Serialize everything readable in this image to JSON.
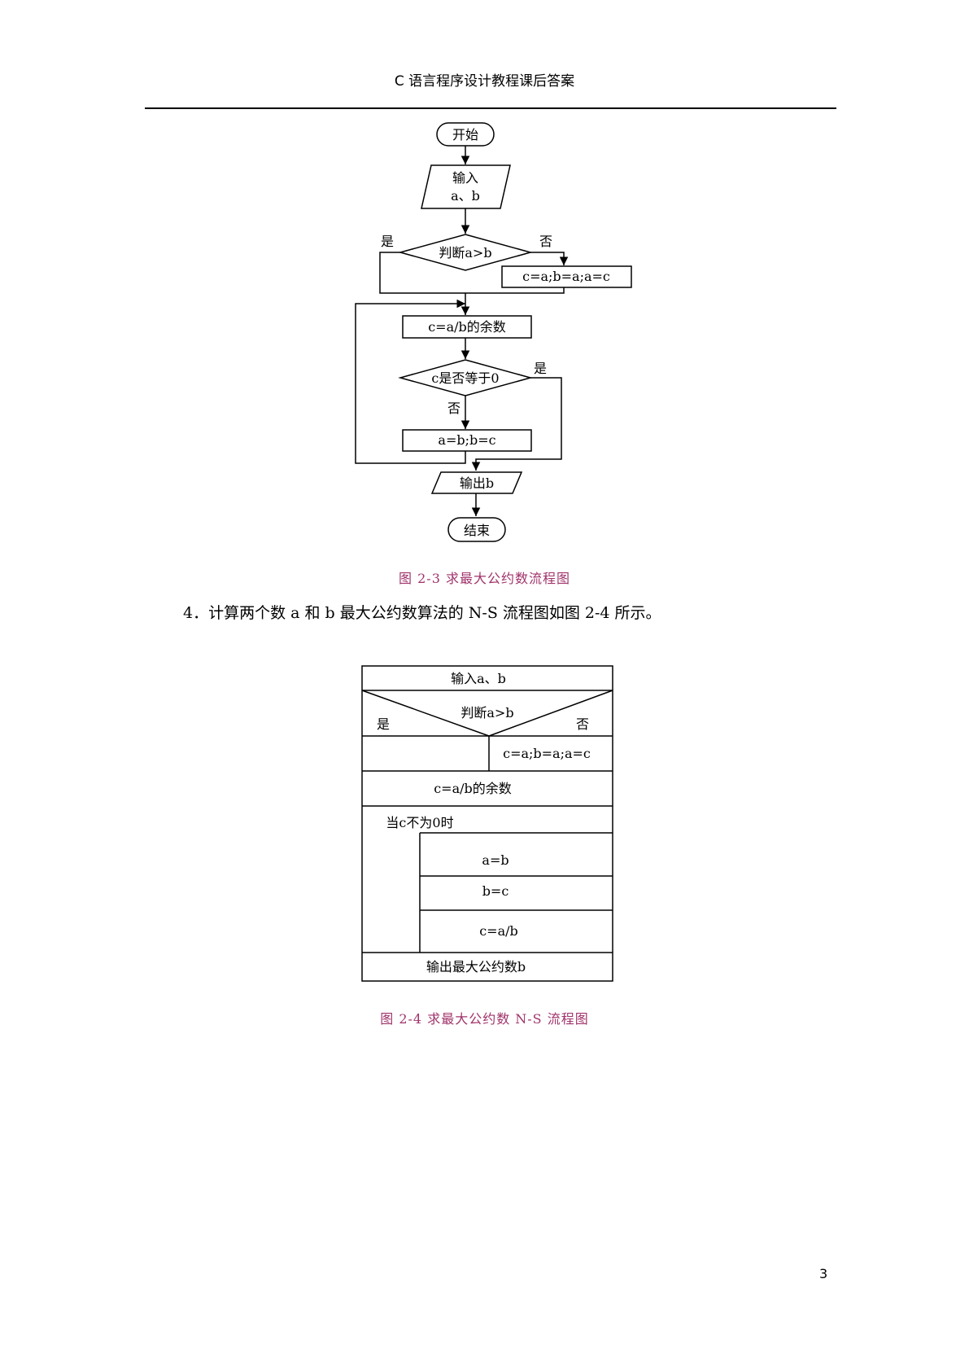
{
  "header": {
    "title": "C 语言程序设计教程课后答案"
  },
  "flowchart1": {
    "start": "开始",
    "input_line1": "输入",
    "input_line2": "a、b",
    "decision1": "判断a>b",
    "decision1_yes": "是",
    "decision1_no": "否",
    "swap": "c=a;b=a;a=c",
    "remainder": "c=a/b的余数",
    "decision2": "c是否等于0",
    "decision2_yes": "是",
    "decision2_no": "否",
    "assign": "a=b;b=c",
    "output": "输出b",
    "end": "结束",
    "caption": "图 2-3   求最大公约数流程图"
  },
  "paragraph": {
    "text": "4．计算两个数 a 和 b 最大公约数算法的 N-S 流程图如图 2-4 所示。"
  },
  "ns_chart": {
    "input": "输入a、b",
    "decision": "判断a>b",
    "yes": "是",
    "no": "否",
    "swap": "c=a;b=a;a=c",
    "remainder": "c=a/b的余数",
    "loop": "当c不为0时",
    "body1": "a=b",
    "body2": "b=c",
    "body3": "c=a/b",
    "output": "输出最大公约数b",
    "caption": "图 2-4   求最大公约数 N-S 流程图"
  },
  "footer": {
    "page_number": "3"
  }
}
